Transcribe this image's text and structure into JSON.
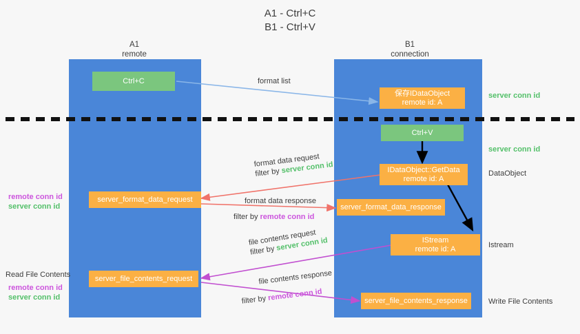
{
  "title": {
    "line1": "A1 - Ctrl+C",
    "line2": "B1 - Ctrl+V"
  },
  "lanes": [
    {
      "id": "a1",
      "name": "A1",
      "sub": "remote"
    },
    {
      "id": "b1",
      "name": "B1",
      "sub": "connection"
    }
  ],
  "colors": {
    "lane": "#4a86d8",
    "green_box": "#7bc67e",
    "orange_box": "#fbb044",
    "server_conn_id": "#54c06a",
    "remote_conn_id": "#cc55dd",
    "arrow_format_list": "#8ab6e8",
    "arrow_format_data": "#f0736a",
    "arrow_file_contents": "#c14fd0",
    "arrow_internal": "#000000",
    "divider": "#111111"
  },
  "boxes": {
    "ctrl_c": "Ctrl+C",
    "ctrl_v": "Ctrl+V",
    "store_idataobject_l1": "保存IDataObject",
    "store_idataobject_l2": "remote id: A",
    "getdata_l1": "IDataObject::GetData",
    "getdata_l2": "remote id: A",
    "istream_l1": "IStream",
    "istream_l2": "remote id: A",
    "server_format_data_request": "server_format_data_request",
    "server_format_data_response": "server_format_data_response",
    "server_file_contents_request": "server_file_contents_request",
    "server_file_contents_response": "server_file_contents_response"
  },
  "edges": [
    {
      "id": "format-list",
      "label": "format list",
      "filter_prefix": "",
      "filter_value": ""
    },
    {
      "id": "format-data-request",
      "label": "format data request",
      "filter_prefix": "filter by ",
      "filter_value": "server conn id"
    },
    {
      "id": "format-data-response",
      "label": "format data response",
      "filter_prefix": "filter by ",
      "filter_value": "remote conn id"
    },
    {
      "id": "file-contents-request",
      "label": "file contents request",
      "filter_prefix": "filter by ",
      "filter_value": "server conn id"
    },
    {
      "id": "file-contents-response",
      "label": "file contents response",
      "filter_prefix": "filter by ",
      "filter_value": "remote conn id"
    }
  ],
  "right_labels": {
    "server_conn_id_top": "server conn id",
    "server_conn_id_mid": "server conn id",
    "dataobject": "DataObject",
    "istream": "Istream",
    "write_file_contents": "Write File Contents"
  },
  "left_labels": {
    "remote_conn_id_mid": "remote conn id",
    "server_conn_id_mid": "server conn id",
    "read_file_contents": "Read File Contents",
    "remote_conn_id_low": "remote conn id",
    "server_conn_id_low": "server conn id"
  }
}
